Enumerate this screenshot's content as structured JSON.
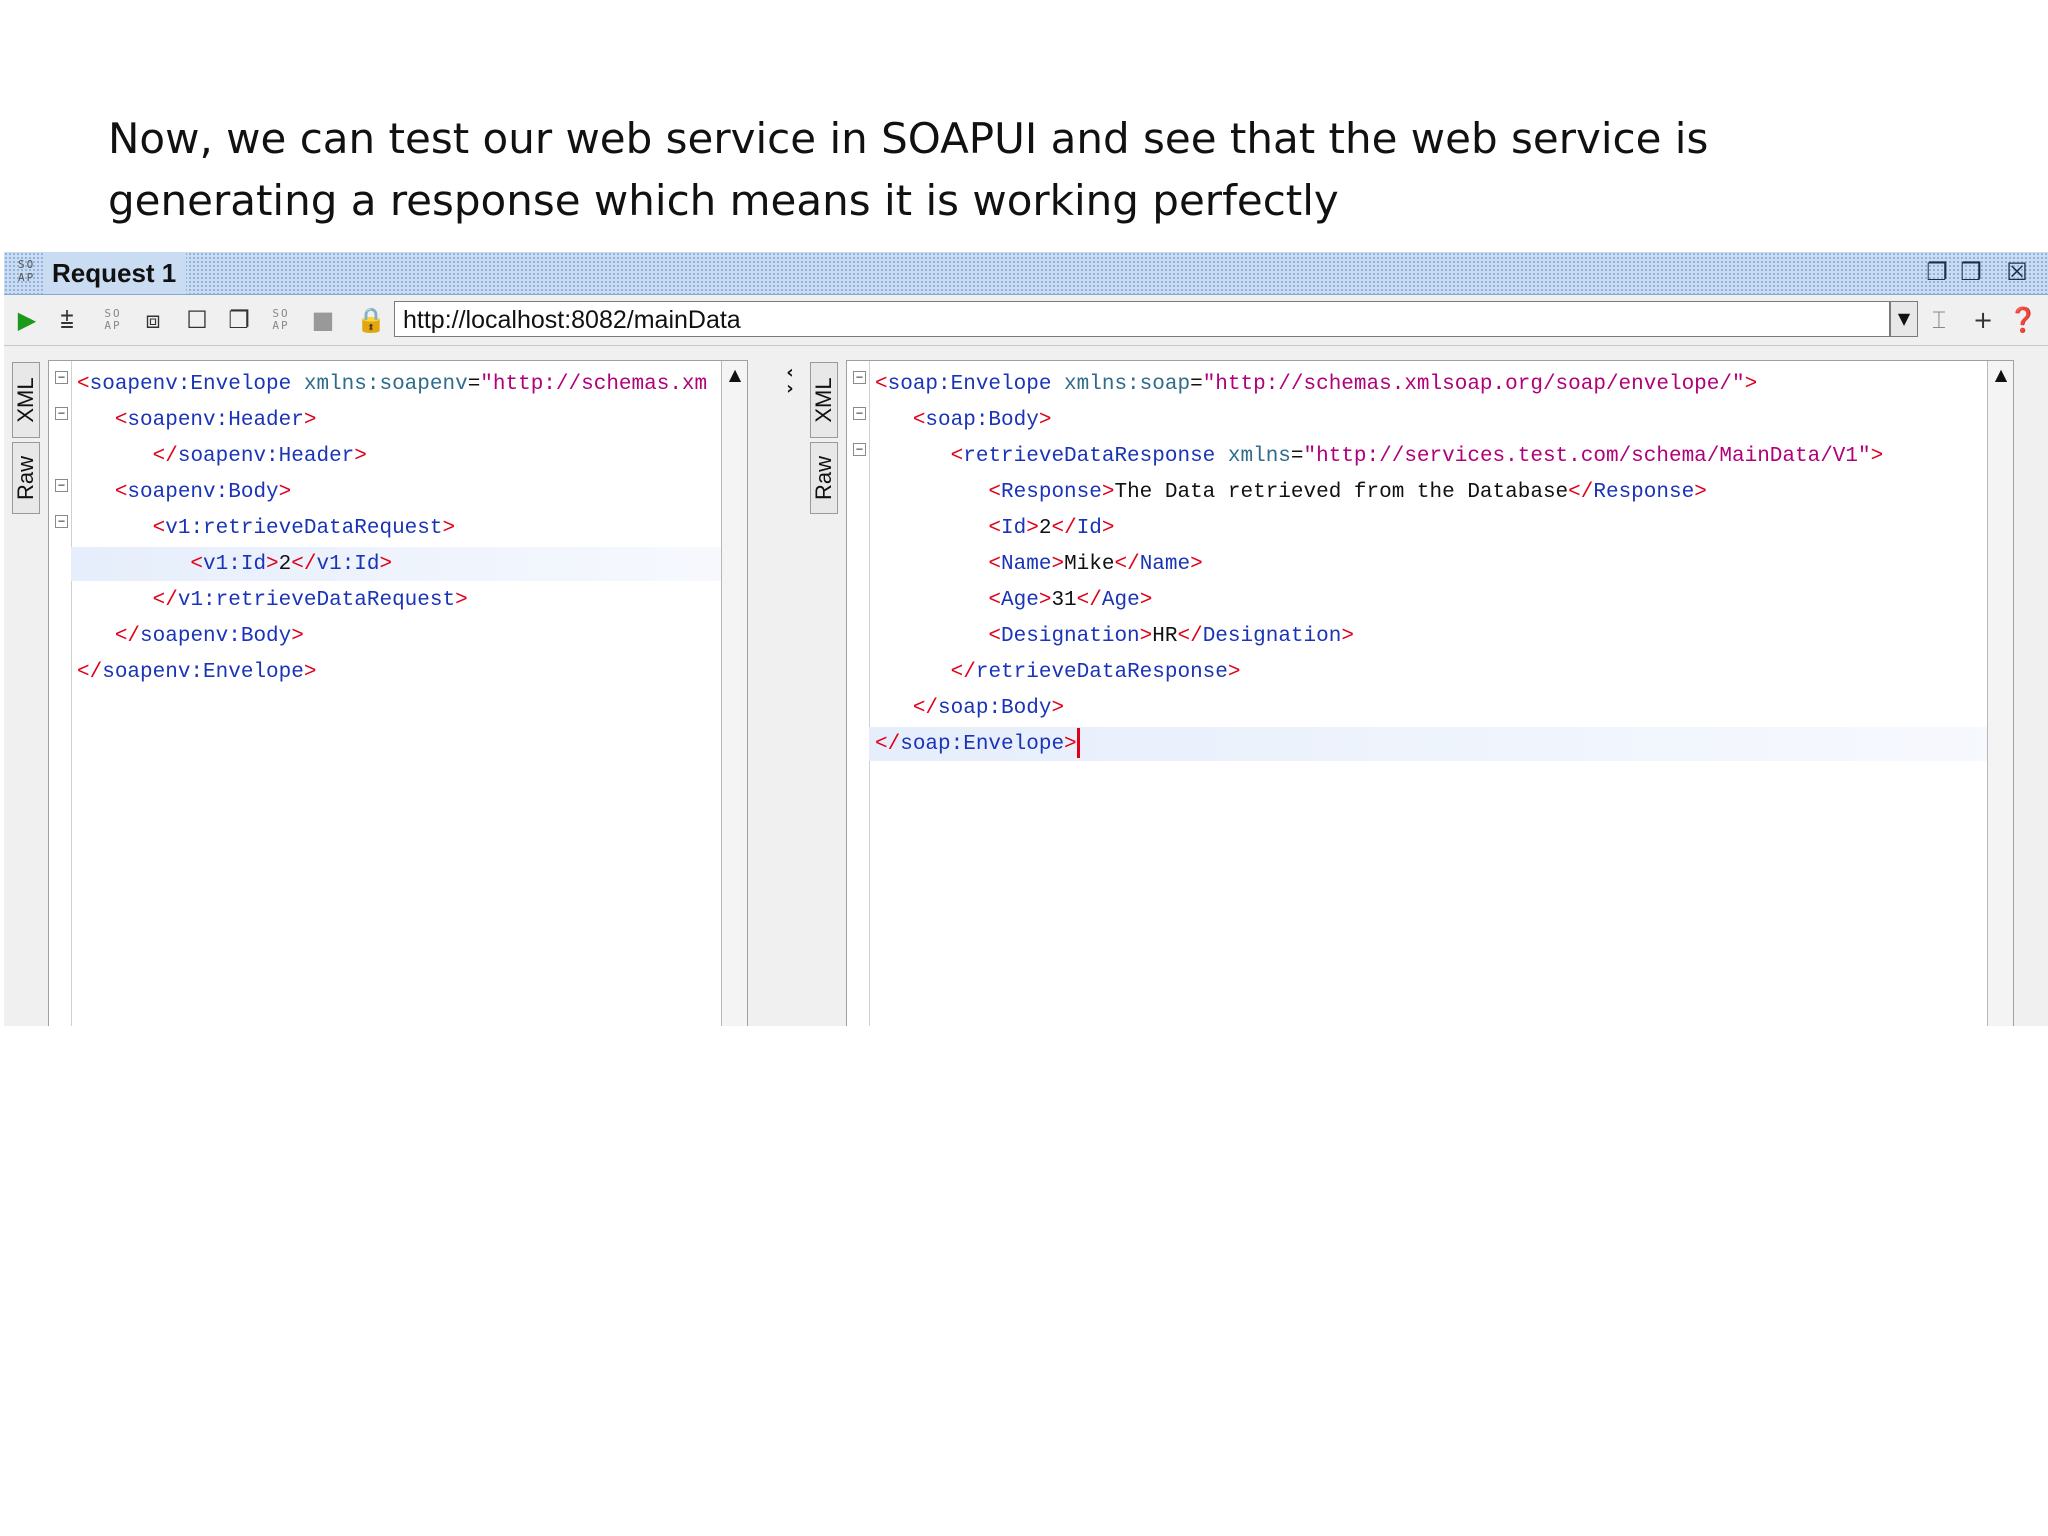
{
  "slide": {
    "line1": "Now, we can test our web service in SOAPUI  and see that the web service is",
    "line2": "generating a response which means it is working perfectly"
  },
  "window": {
    "logo": "SO AP",
    "title": "Request 1"
  },
  "toolbar": {
    "url": "http://localhost:8082/mainData"
  },
  "tabs": {
    "xml": "XML",
    "raw": "Raw"
  },
  "request_lines": [
    {
      "indent": "",
      "parts": [
        [
          "p",
          "<"
        ],
        [
          "t",
          "soapenv:Envelope "
        ],
        [
          "a",
          "xmlns:soapenv"
        ],
        [
          "x",
          "="
        ],
        [
          "v",
          "\"http://schemas.xm"
        ]
      ]
    },
    {
      "indent": "   ",
      "parts": [
        [
          "p",
          "<"
        ],
        [
          "t",
          "soapenv:Header"
        ],
        [
          "p",
          ">"
        ]
      ]
    },
    {
      "indent": "      ",
      "parts": [
        [
          "p",
          "</"
        ],
        [
          "t",
          "soapenv:Header"
        ],
        [
          "p",
          ">"
        ]
      ]
    },
    {
      "indent": "   ",
      "parts": [
        [
          "p",
          "<"
        ],
        [
          "t",
          "soapenv:Body"
        ],
        [
          "p",
          ">"
        ]
      ]
    },
    {
      "indent": "      ",
      "parts": [
        [
          "p",
          "<"
        ],
        [
          "t",
          "v1:retrieveDataRequest"
        ],
        [
          "p",
          ">"
        ]
      ]
    },
    {
      "indent": "         ",
      "parts": [
        [
          "p",
          "<"
        ],
        [
          "t",
          "v1:Id"
        ],
        [
          "p",
          ">"
        ],
        [
          "x",
          "2"
        ],
        [
          "p",
          "</"
        ],
        [
          "t",
          "v1:Id"
        ],
        [
          "p",
          ">"
        ]
      ]
    },
    {
      "indent": "      ",
      "parts": [
        [
          "p",
          "</"
        ],
        [
          "t",
          "v1:retrieveDataRequest"
        ],
        [
          "p",
          ">"
        ]
      ]
    },
    {
      "indent": "   ",
      "parts": [
        [
          "p",
          "</"
        ],
        [
          "t",
          "soapenv:Body"
        ],
        [
          "p",
          ">"
        ]
      ]
    },
    {
      "indent": "",
      "parts": [
        [
          "p",
          "</"
        ],
        [
          "t",
          "soapenv:Envelope"
        ],
        [
          "p",
          ">"
        ]
      ]
    }
  ],
  "response_lines": [
    {
      "indent": "",
      "parts": [
        [
          "p",
          "<"
        ],
        [
          "t",
          "soap:Envelope "
        ],
        [
          "a",
          "xmlns:soap"
        ],
        [
          "x",
          "="
        ],
        [
          "v",
          "\"http://schemas.xmlsoap.org/soap/envelope/\""
        ],
        [
          "p",
          ">"
        ]
      ]
    },
    {
      "indent": "   ",
      "parts": [
        [
          "p",
          "<"
        ],
        [
          "t",
          "soap:Body"
        ],
        [
          "p",
          ">"
        ]
      ]
    },
    {
      "indent": "      ",
      "parts": [
        [
          "p",
          "<"
        ],
        [
          "t",
          "retrieveDataResponse "
        ],
        [
          "a",
          "xmlns"
        ],
        [
          "x",
          "="
        ],
        [
          "v",
          "\"http://services.test.com/schema/MainData/V1\""
        ],
        [
          "p",
          ">"
        ]
      ]
    },
    {
      "indent": "         ",
      "parts": [
        [
          "p",
          "<"
        ],
        [
          "t",
          "Response"
        ],
        [
          "p",
          ">"
        ],
        [
          "x",
          "The Data retrieved from the Database"
        ],
        [
          "p",
          "</"
        ],
        [
          "t",
          "Response"
        ],
        [
          "p",
          ">"
        ]
      ]
    },
    {
      "indent": "         ",
      "parts": [
        [
          "p",
          "<"
        ],
        [
          "t",
          "Id"
        ],
        [
          "p",
          ">"
        ],
        [
          "x",
          "2"
        ],
        [
          "p",
          "</"
        ],
        [
          "t",
          "Id"
        ],
        [
          "p",
          ">"
        ]
      ]
    },
    {
      "indent": "         ",
      "parts": [
        [
          "p",
          "<"
        ],
        [
          "t",
          "Name"
        ],
        [
          "p",
          ">"
        ],
        [
          "x",
          "Mike"
        ],
        [
          "p",
          "</"
        ],
        [
          "t",
          "Name"
        ],
        [
          "p",
          ">"
        ]
      ]
    },
    {
      "indent": "         ",
      "parts": [
        [
          "p",
          "<"
        ],
        [
          "t",
          "Age"
        ],
        [
          "p",
          ">"
        ],
        [
          "x",
          "31"
        ],
        [
          "p",
          "</"
        ],
        [
          "t",
          "Age"
        ],
        [
          "p",
          ">"
        ]
      ]
    },
    {
      "indent": "         ",
      "parts": [
        [
          "p",
          "<"
        ],
        [
          "t",
          "Designation"
        ],
        [
          "p",
          ">"
        ],
        [
          "x",
          "HR"
        ],
        [
          "p",
          "</"
        ],
        [
          "t",
          "Designation"
        ],
        [
          "p",
          ">"
        ]
      ]
    },
    {
      "indent": "      ",
      "parts": [
        [
          "p",
          "</"
        ],
        [
          "t",
          "retrieveDataResponse"
        ],
        [
          "p",
          ">"
        ]
      ]
    },
    {
      "indent": "   ",
      "parts": [
        [
          "p",
          "</"
        ],
        [
          "t",
          "soap:Body"
        ],
        [
          "p",
          ">"
        ]
      ]
    },
    {
      "indent": "",
      "parts": [
        [
          "p",
          "</"
        ],
        [
          "t",
          "soap:Envelope"
        ],
        [
          "p",
          ">"
        ]
      ]
    }
  ]
}
